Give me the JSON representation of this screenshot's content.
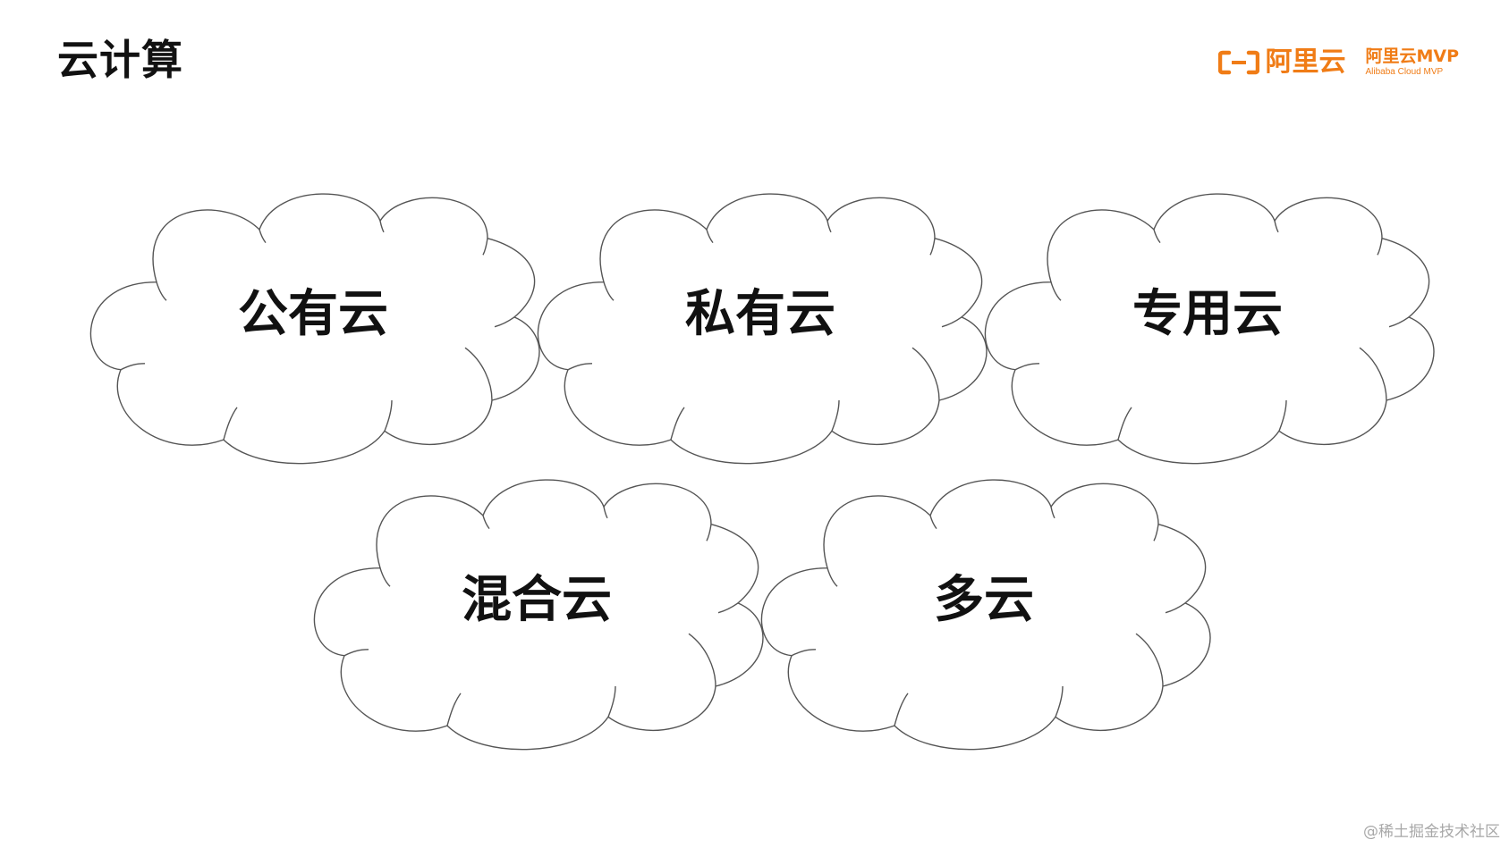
{
  "page": {
    "title": "云计算"
  },
  "logo": {
    "brand_text": "阿里云",
    "mvp_title": "阿里云MVP",
    "mvp_subtitle": "Alibaba Cloud MVP",
    "accent_color": "#f07c16"
  },
  "clouds": [
    {
      "label": "公有云"
    },
    {
      "label": "私有云"
    },
    {
      "label": "专用云"
    },
    {
      "label": "混合云"
    },
    {
      "label": "多云"
    }
  ],
  "watermark": {
    "text": "@稀土掘金技术社区"
  }
}
